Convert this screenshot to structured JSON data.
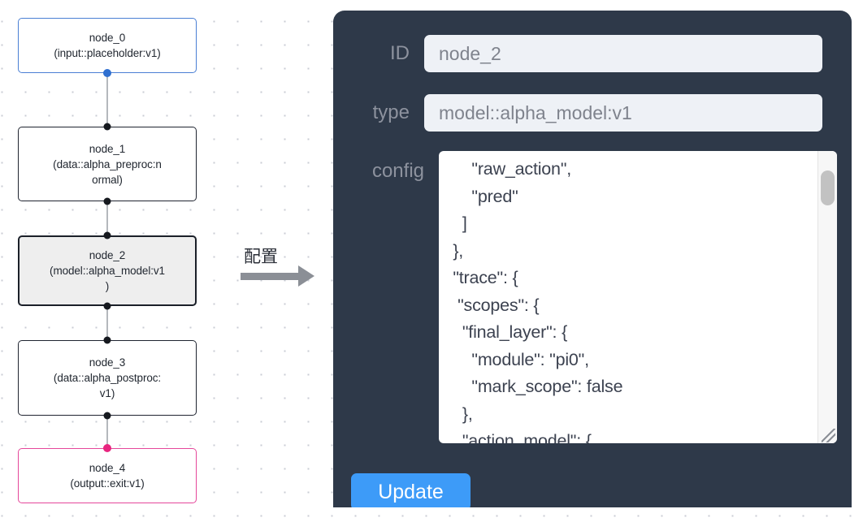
{
  "graph": {
    "nodes": [
      {
        "id": "node_0",
        "label": "node_0\n(input::placeholder:v1)",
        "kind": "input",
        "selected": false
      },
      {
        "id": "node_1",
        "label": "node_1\n(data::alpha_preproc:n\normal)",
        "kind": "default",
        "selected": false
      },
      {
        "id": "node_2",
        "label": "node_2\n(model::alpha_model:v1\n)",
        "kind": "default",
        "selected": true
      },
      {
        "id": "node_3",
        "label": "node_3\n(data::alpha_postproc:\nv1)",
        "kind": "default",
        "selected": false
      },
      {
        "id": "node_4",
        "label": "node_4\n(output::exit:v1)",
        "kind": "output",
        "selected": false
      }
    ],
    "edges": [
      {
        "from": "node_0",
        "to": "node_1"
      },
      {
        "from": "node_1",
        "to": "node_2"
      },
      {
        "from": "node_2",
        "to": "node_3"
      },
      {
        "from": "node_3",
        "to": "node_4"
      }
    ],
    "colors": {
      "input_border": "#4a7fd4",
      "output_border": "#e5479a",
      "default_border": "#1f2430",
      "selected_fill": "#eeeeee",
      "edge": "#b5b8bd",
      "port": "#16191f",
      "port_blue": "#2f6fd0",
      "port_pink": "#e8257f"
    }
  },
  "annotation": {
    "label": "配置",
    "arrow_icon": "right-arrow-icon",
    "color": "#8b8f96"
  },
  "panel": {
    "background": "#2e3949",
    "fields": [
      {
        "name": "id",
        "label": "ID",
        "value": "node_2"
      },
      {
        "name": "type",
        "label": "type",
        "value": "model::alpha_model:v1"
      }
    ],
    "config": {
      "label": "config",
      "value": "       \"raw_action\",\n       \"pred\"\n     ]\n   },\n   \"trace\": {\n    \"scopes\": {\n     \"final_layer\": {\n       \"module\": \"pi0\",\n       \"mark_scope\": false\n     },\n     \"action_model\": {",
      "scrollbar": {
        "visible": true,
        "thumb_position": "near-top"
      },
      "resizable": true
    },
    "update_button": {
      "label": "Update",
      "color": "#3d9bf8"
    }
  }
}
